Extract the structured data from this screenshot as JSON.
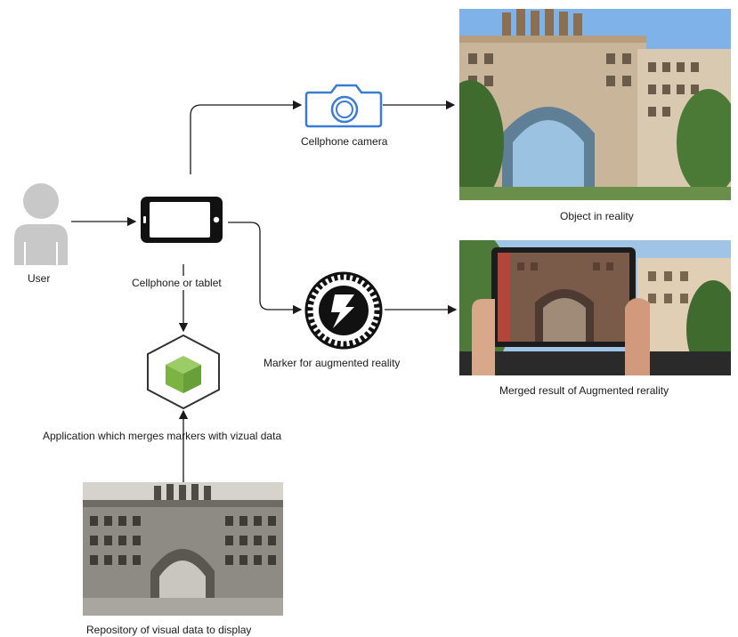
{
  "nodes": {
    "user": {
      "label": "User",
      "icon": "user-icon"
    },
    "device": {
      "label": "Cellphone or tablet",
      "icon": "smartphone-icon"
    },
    "camera": {
      "label": "Cellphone camera",
      "icon": "camera-icon"
    },
    "object": {
      "label": "Object in reality",
      "icon": "building-arch-photo"
    },
    "marker": {
      "label": "Marker for augmented reality",
      "icon": "ar-marker-icon"
    },
    "merged": {
      "label": "Merged result of Augmented rerality",
      "icon": "tablet-ar-photo"
    },
    "app": {
      "label": "Application which merges markers with vizual data",
      "icon": "cube-app-icon"
    },
    "repository": {
      "label": "Repository of visual data to display",
      "icon": "historic-photo"
    }
  },
  "colors": {
    "user_icon": "#c8c8c8",
    "camera_icon": "#3a7bd5",
    "cube_green": "#7cb342",
    "arrow": "#1a1a1a"
  }
}
